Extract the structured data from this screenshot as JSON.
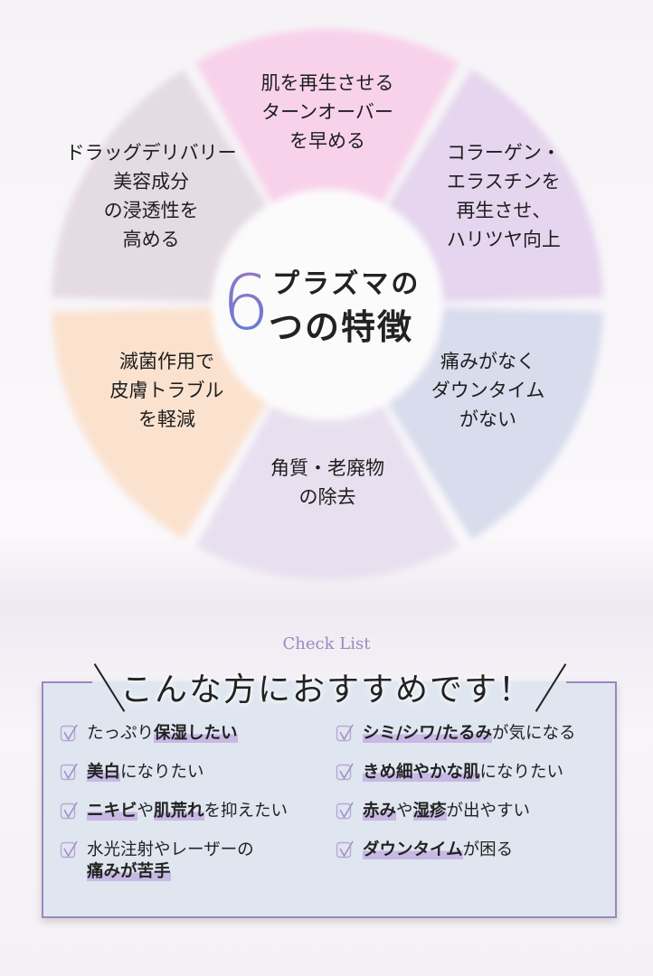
{
  "wheel": {
    "title_number": "6",
    "title_line1": "プラズマの",
    "title_line2": "つの特徴",
    "segments": [
      {
        "text": "肌を再生させる\nターンオーバー\nを早める",
        "color": "#f8d2ea"
      },
      {
        "text": "コラーゲン・\nエラスチンを\n再生させ、\nハリツヤ向上",
        "color": "#e5d5ee"
      },
      {
        "text": "痛みがなく\nダウンタイム\nがない",
        "color": "#d8dced"
      },
      {
        "text": "角質・老廃物\nの除去",
        "color": "#e8e0ef"
      },
      {
        "text": "滅菌作用で\n皮膚トラブル\nを軽減",
        "color": "#fbe2cf"
      },
      {
        "text": "ドラッグデリバリー\n美容成分\nの浸透性を\n高める",
        "color": "#e5dbe3"
      }
    ]
  },
  "checklist": {
    "label": "Check List",
    "headline": "こんな方におすすめです！",
    "accent": "#9b86c0",
    "left": [
      [
        {
          "t": "たっぷり"
        },
        {
          "t": "保湿したい",
          "b": true
        }
      ],
      [
        {
          "t": "美白",
          "b": true
        },
        {
          "t": "になりたい"
        }
      ],
      [
        {
          "t": "ニキビ",
          "b": true
        },
        {
          "t": "や"
        },
        {
          "t": "肌荒れ",
          "b": true
        },
        {
          "t": "を抑えたい"
        }
      ],
      [
        {
          "t": "水光注射やレーザーの"
        },
        {
          "br": true
        },
        {
          "t": "痛みが苦手",
          "b": true
        }
      ]
    ],
    "right": [
      [
        {
          "t": "シミ/シワ/たるみ",
          "b": true
        },
        {
          "t": "が気になる"
        }
      ],
      [
        {
          "t": "きめ細やかな肌",
          "b": true
        },
        {
          "t": "になりたい"
        }
      ],
      [
        {
          "t": "赤み",
          "b": true
        },
        {
          "t": "や"
        },
        {
          "t": "湿疹",
          "b": true
        },
        {
          "t": "が出やすい"
        }
      ],
      [
        {
          "t": "ダウンタイム",
          "b": true
        },
        {
          "t": "が困る"
        }
      ]
    ]
  }
}
